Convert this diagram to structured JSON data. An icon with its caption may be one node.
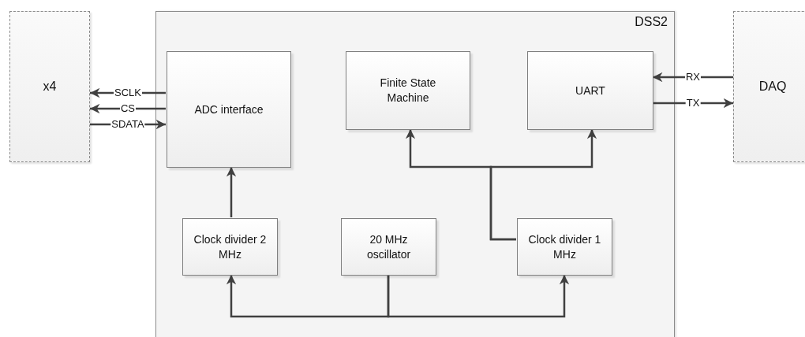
{
  "diagram": {
    "nodes": [
      {
        "text": [
          "x4"
        ]
      },
      {
        "text": [
          "DSS2"
        ]
      },
      {
        "text": [
          "ADC interface"
        ],
        "in": 1
      },
      {
        "text": [
          "Finite State Machine"
        ],
        "in": 1
      },
      {
        "text": [
          "UART"
        ],
        "in": 1
      },
      {
        "text": [
          "Clock divider 2 MHz"
        ],
        "in": 1
      },
      {
        "text": [
          "20 MHz oscillator"
        ],
        "in": 1
      },
      {
        "text": [
          "Clock divider 1 MHz"
        ],
        "in": 1
      },
      {
        "text": [
          "DAQ"
        ]
      }
    ],
    "edges": [
      {
        "from": 2,
        "to": 0,
        "arrow": "to",
        "label": "SCLK"
      },
      {
        "from": 2,
        "to": 0,
        "arrow": "to",
        "label": "CS"
      },
      {
        "from": 0,
        "to": 2,
        "arrow": "to",
        "label": "SDATA"
      },
      {
        "from": 8,
        "to": 4,
        "arrow": "to",
        "label": "RX"
      },
      {
        "from": 4,
        "to": 8,
        "arrow": "to",
        "label": "TX"
      },
      {
        "from": 5,
        "to": 2,
        "arrow": "to"
      },
      {
        "from": 6,
        "to": 5,
        "arrow": "to"
      },
      {
        "from": 6,
        "to": 7,
        "arrow": "to"
      },
      {
        "from": 7,
        "to": 3,
        "arrow": "to"
      },
      {
        "from": 7,
        "to": 4,
        "arrow": "to"
      }
    ]
  }
}
